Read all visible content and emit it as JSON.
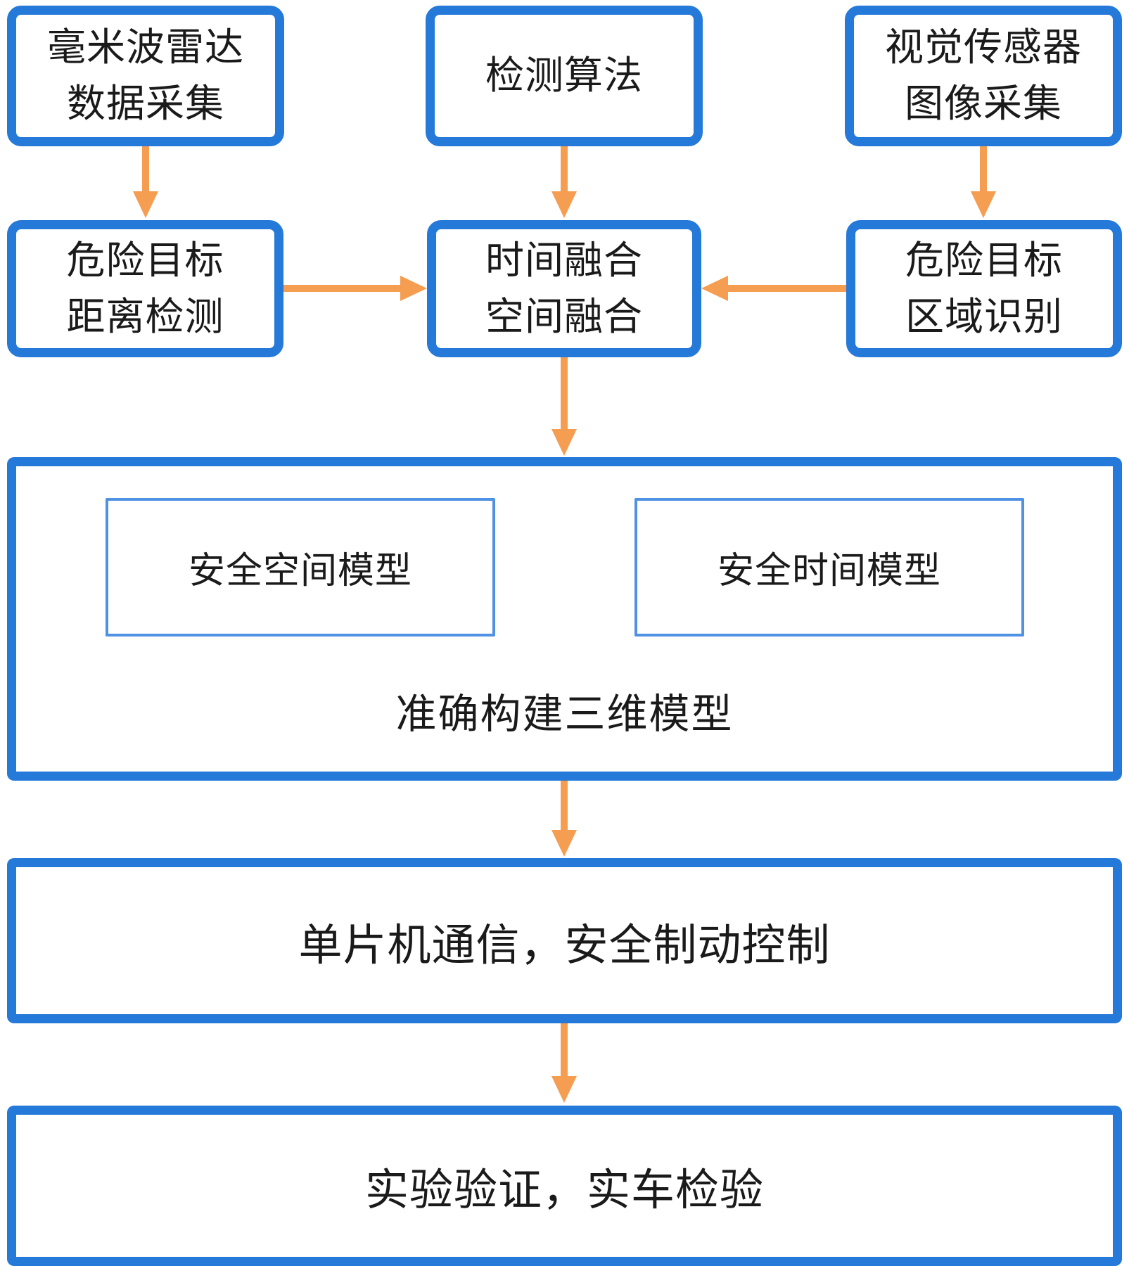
{
  "diagram": {
    "type": "flowchart",
    "colors": {
      "box_border": "#2579d8",
      "inner_box_border": "#4f92e3",
      "arrow": "#f59d51",
      "text": "#1a1a1a",
      "background": "#ffffff"
    },
    "nodes": {
      "radar": {
        "label": "毫米波雷达\n数据采集"
      },
      "algorithm": {
        "label": "检测算法"
      },
      "vision": {
        "label": "视觉传感器\n图像采集"
      },
      "distance": {
        "label": "危险目标\n距离检测"
      },
      "fusion": {
        "label": "时间融合\n空间融合"
      },
      "area": {
        "label": "危险目标\n区域识别"
      },
      "model": {
        "space_model": "安全空间模型",
        "time_model": "安全时间模型",
        "caption": "准确构建三维模型"
      },
      "mcu": {
        "label": "单片机通信，安全制动控制"
      },
      "validation": {
        "label": "实验验证，实车检验"
      }
    }
  }
}
